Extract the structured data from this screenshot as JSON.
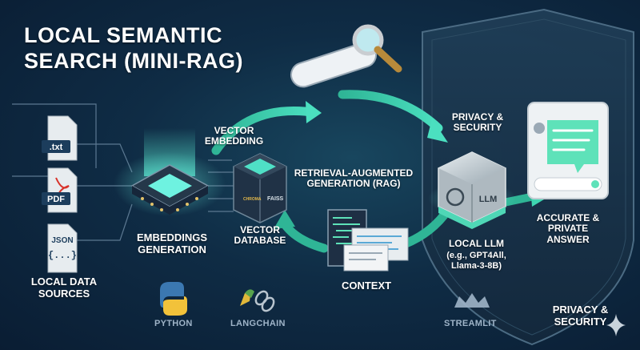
{
  "title": {
    "line1": "LOCAL SEMANTIC",
    "line2": "SEARCH (MINI-RAG)"
  },
  "files": [
    {
      "name": "txt-file-icon",
      "label": ".txt"
    },
    {
      "name": "pdf-file-icon",
      "label": "PDF"
    },
    {
      "name": "json-file-icon",
      "label": "JSON",
      "sub": "{...}"
    }
  ],
  "labels": {
    "local_data_sources": "LOCAL DATA SOURCES",
    "embeddings_generation": "EMBEDDINGS GENERATION",
    "vector_embedding": "VECTOR EMBEDDING",
    "vector_database": "VECTOR DATABASE",
    "rag": "RETRIEVAL-AUGMENTED GENERATION (RAG)",
    "context": "CONTEXT",
    "local_llm": "LOCAL LLM",
    "local_llm_examples_1": "(e.g., GPT4All,",
    "local_llm_examples_2": "Llama-3-8B)",
    "privacy_top": "PRIVACY & SECURITY",
    "answer": "ACCURATE & PRIVATE ANSWER",
    "privacy_bottom": "PRIVACY & SECURITY"
  },
  "db_badges": {
    "chroma": "CHROMA",
    "faiss": "FAISS"
  },
  "llm_cube_label": "LLM",
  "tools": {
    "python": "PYTHON",
    "langchain": "LANGCHAIN",
    "streamlit": "STREAMLIT"
  },
  "colors": {
    "accent_teal": "#3fd6b2",
    "accent_cyan": "#6ef2e0",
    "background": "#0f2c45",
    "shield": "#1c3a52",
    "pdf_red": "#d8332b"
  }
}
